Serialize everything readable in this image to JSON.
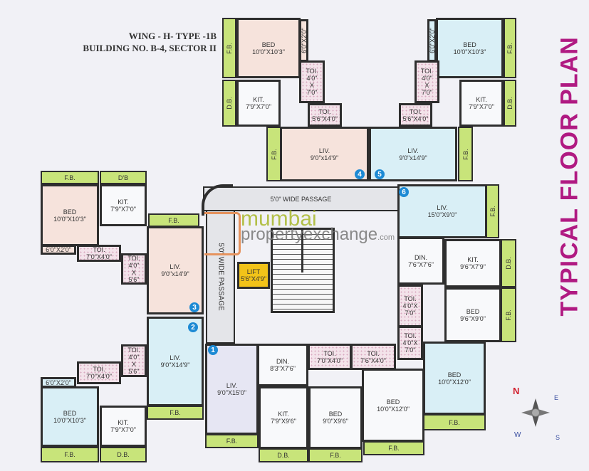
{
  "header": {
    "line1": "WING - H- TYPE -1B",
    "line2": "BUILDING NO. B-4, SECTOR II"
  },
  "side_title": "TYPICAL FLOOR PLAN",
  "watermark": {
    "part1": "mumbai",
    "part2": "propertyexchange",
    "part3": ".com"
  },
  "compass": {
    "n": "N",
    "e": "E",
    "s": "S",
    "w": "W"
  },
  "colors": {
    "pink": "#f6e3dc",
    "blue": "#d9eff6",
    "lavender": "#e6e6f3",
    "white": "#f8f9fb",
    "toi": "#f3e3ea",
    "fb": "#c8e47a",
    "yellow": "#f2c319",
    "passage": "#e4e5e9",
    "accent": "#b01a82",
    "marker": "#1d8ad4"
  },
  "markers": [
    "1",
    "2",
    "3",
    "4",
    "5",
    "6"
  ],
  "rooms": [
    {
      "label": "F.B.",
      "dim": "",
      "fill": "fb"
    },
    {
      "label": "BED",
      "dim": "10'0\"X10'3\"",
      "fill": "pink"
    },
    {
      "label": "6'0\"X2'0\"",
      "dim": "",
      "fill": "pink"
    },
    {
      "label": "D.B.",
      "dim": "",
      "fill": "fb"
    },
    {
      "label": "KIT.",
      "dim": "7'9\"X7'0\"",
      "fill": "white"
    },
    {
      "label": "TOI.",
      "dim": "4'0\"\nX\n7'0\"",
      "fill": "toi"
    },
    {
      "label": "TOI.",
      "dim": "5'6\"X4'0\"",
      "fill": "toi"
    },
    {
      "label": "F.B.",
      "dim": "",
      "fill": "fb"
    },
    {
      "label": "LIV.",
      "dim": "9'0\"x14'9\"",
      "fill": "pink"
    },
    {
      "label": "BED",
      "dim": "10'0\"X10'3\"",
      "fill": "blue"
    },
    {
      "label": "6'0\"X2'0\"",
      "dim": "",
      "fill": "blue"
    },
    {
      "label": "F.B.",
      "dim": "",
      "fill": "fb"
    },
    {
      "label": "D.B.",
      "dim": "",
      "fill": "fb"
    },
    {
      "label": "KIT.",
      "dim": "7'9\"X7'0\"",
      "fill": "white"
    },
    {
      "label": "TOI.",
      "dim": "4'0\"\nX\n7'0\"",
      "fill": "toi"
    },
    {
      "label": "TOI.",
      "dim": "5'6\"X4'0\"",
      "fill": "toi"
    },
    {
      "label": "LIV.",
      "dim": "9'0\"x14'9\"",
      "fill": "blue"
    },
    {
      "label": "F.B.",
      "dim": "",
      "fill": "fb"
    },
    {
      "label": "F.B.",
      "dim": "",
      "fill": "fb"
    },
    {
      "label": "D'B",
      "dim": "",
      "fill": "fb"
    },
    {
      "label": "BED",
      "dim": "10'0\"X10'3\"",
      "fill": "pink"
    },
    {
      "label": "KIT.",
      "dim": "7'9\"X7'0\"",
      "fill": "white"
    },
    {
      "label": "F.B.",
      "dim": "",
      "fill": "fb"
    },
    {
      "label": "6'0\"X2'0\"",
      "dim": "",
      "fill": "pink"
    },
    {
      "label": "TOI.",
      "dim": "7'0\"X4'0\"",
      "fill": "toi"
    },
    {
      "label": "TOI.",
      "dim": "4'0\"\nX\n5'6\"",
      "fill": "toi"
    },
    {
      "label": "LIV.",
      "dim": "9'0\"x14'9\"",
      "fill": "pink"
    },
    {
      "label": "LIV.",
      "dim": "9'0\"X14'9\"",
      "fill": "blue"
    },
    {
      "label": "F.B.",
      "dim": "",
      "fill": "fb"
    },
    {
      "label": "TOI.",
      "dim": "4'0\"\nX\n5'6\"",
      "fill": "toi"
    },
    {
      "label": "TOI.",
      "dim": "7'0\"X4'0\"",
      "fill": "toi"
    },
    {
      "label": "6'0\"X2'0\"",
      "dim": "",
      "fill": "blue"
    },
    {
      "label": "BED",
      "dim": "10'0\"X10'3\"",
      "fill": "blue"
    },
    {
      "label": "KIT.",
      "dim": "7'9\"X7'0\"",
      "fill": "white"
    },
    {
      "label": "F.B.",
      "dim": "",
      "fill": "fb"
    },
    {
      "label": "D.B.",
      "dim": "",
      "fill": "fb"
    },
    {
      "label": "5'0\" WIDE PASSAGE",
      "dim": "",
      "fill": "passage"
    },
    {
      "label": "5'0\" WIDE PASSAGE",
      "dim": "",
      "fill": "passage"
    },
    {
      "label": "LIFT",
      "dim": "5'6\"X4'9\"",
      "fill": "yellow"
    },
    {
      "label": "LIV.",
      "dim": "9'0\"X15'0\"",
      "fill": "lavender"
    },
    {
      "label": "F.B.",
      "dim": "",
      "fill": "fb"
    },
    {
      "label": "DIN.",
      "dim": "8'3\"X7'6\"",
      "fill": "white"
    },
    {
      "label": "KIT.",
      "dim": "7'9\"X9'6\"",
      "fill": "white"
    },
    {
      "label": "D.B.",
      "dim": "",
      "fill": "fb"
    },
    {
      "label": "TOI.",
      "dim": "7'0\"X4'0\"",
      "fill": "toi"
    },
    {
      "label": "TOI.",
      "dim": "7'6\"X4'0\"",
      "fill": "toi"
    },
    {
      "label": "BED",
      "dim": "9'0\"X9'6\"",
      "fill": "white"
    },
    {
      "label": "F.B.",
      "dim": "",
      "fill": "fb"
    },
    {
      "label": "BED",
      "dim": "10'0\"X12'0\"",
      "fill": "white"
    },
    {
      "label": "F.B.",
      "dim": "",
      "fill": "fb"
    },
    {
      "label": "LIV.",
      "dim": "15'0\"X9'0\"",
      "fill": "blue"
    },
    {
      "label": "F.B.",
      "dim": "",
      "fill": "fb"
    },
    {
      "label": "DIN.",
      "dim": "7'6\"X7'6\"",
      "fill": "white"
    },
    {
      "label": "KIT.",
      "dim": "9'6\"X7'9\"",
      "fill": "white"
    },
    {
      "label": "D.B.",
      "dim": "",
      "fill": "fb"
    },
    {
      "label": "TOI.",
      "dim": "4'0\"X\n7'0\"",
      "fill": "toi"
    },
    {
      "label": "TOI.",
      "dim": "4'0\"X\n7'0\"",
      "fill": "toi"
    },
    {
      "label": "BED",
      "dim": "9'6\"X9'0\"",
      "fill": "white"
    },
    {
      "label": "F.B.",
      "dim": "",
      "fill": "fb"
    },
    {
      "label": "BED",
      "dim": "10'0\"X12'0\"",
      "fill": "blue"
    },
    {
      "label": "F.B.",
      "dim": "",
      "fill": "fb"
    }
  ]
}
